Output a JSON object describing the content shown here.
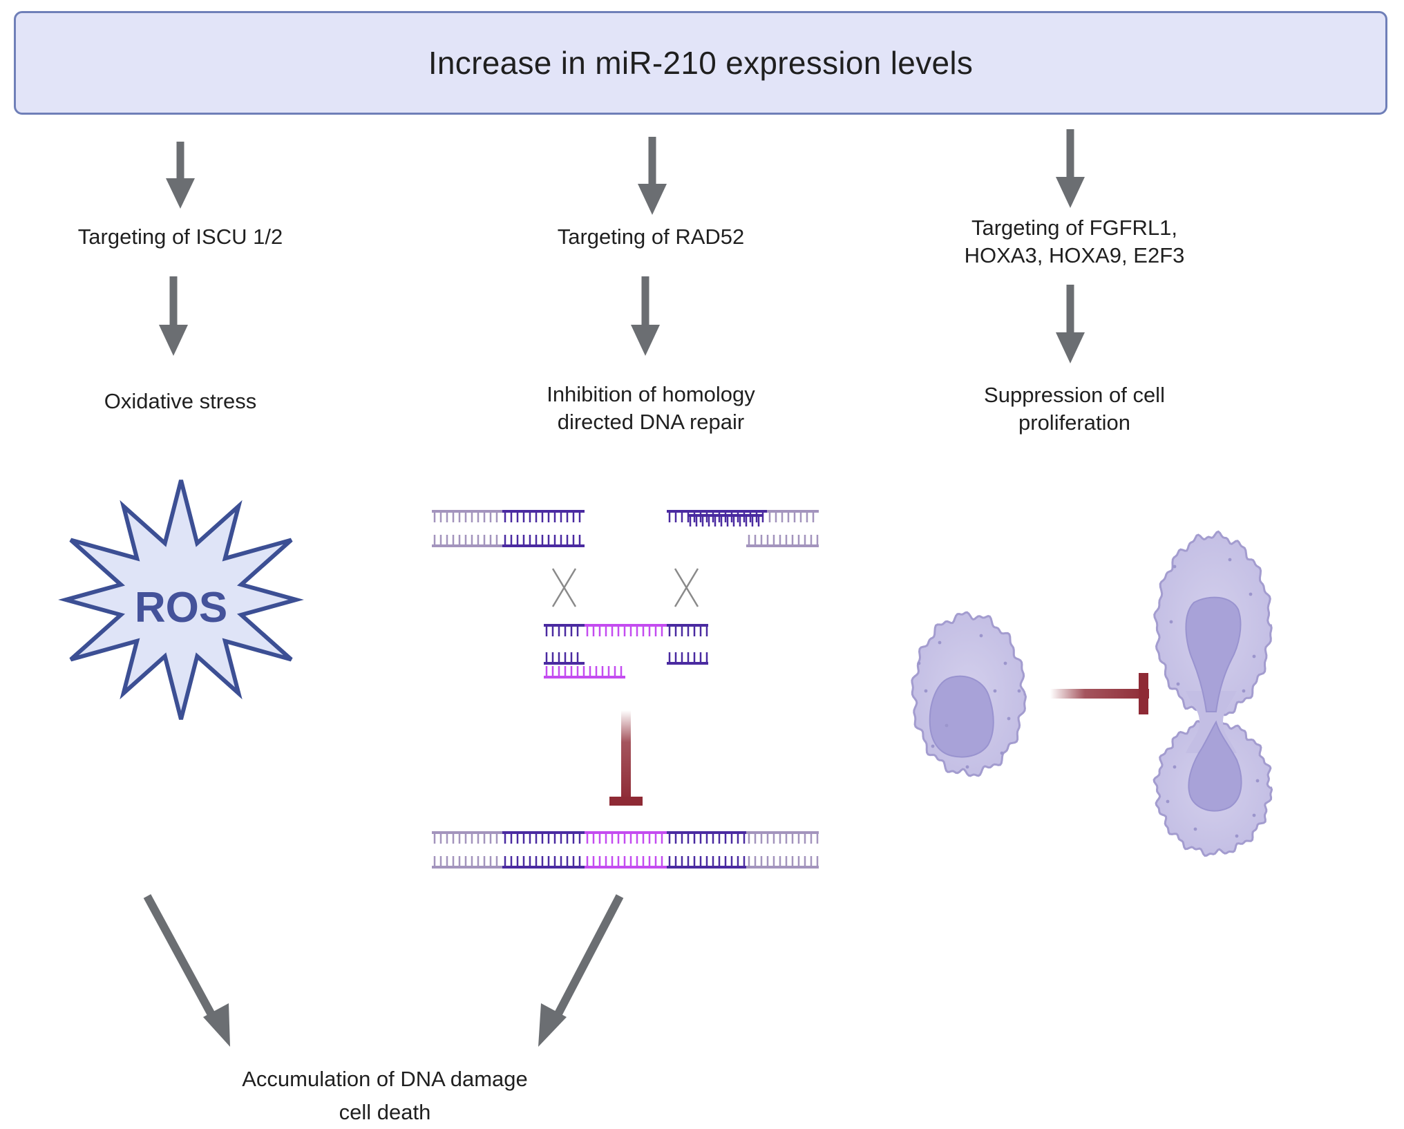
{
  "header": {
    "title": "Increase in miR-210 expression levels"
  },
  "left_branch": {
    "target_label": "Targeting of ISCU 1/2",
    "effect_label": "Oxidative stress",
    "burst_label": "ROS"
  },
  "middle_branch": {
    "target_label": "Targeting of RAD52",
    "effect_label": "Inhibition of homology\ndirected DNA repair"
  },
  "right_branch": {
    "target_label": "Targeting of FGFRL1,\nHOXA3, HOXA9, E2F3",
    "effect_label": "Suppression of cell\nproliferation"
  },
  "outcome": {
    "label": "Accumulation of DNA damage\ncell death"
  },
  "colors": {
    "banner_fill": "#e2e4f8",
    "banner_border": "#6f7fb8",
    "arrow_gray": "#6b6e72",
    "inhibit_red": "#8e2a35",
    "dna_light": "#a394bd",
    "dna_dark": "#4a2aa0",
    "dna_magenta": "#c44cf0",
    "ros_fill": "#dfe4f7",
    "ros_stroke": "#3c4f94",
    "cell_fill": "#c9c5e6",
    "cell_stroke": "#a39ccf",
    "nucleus_fill": "#a8a2d8"
  }
}
